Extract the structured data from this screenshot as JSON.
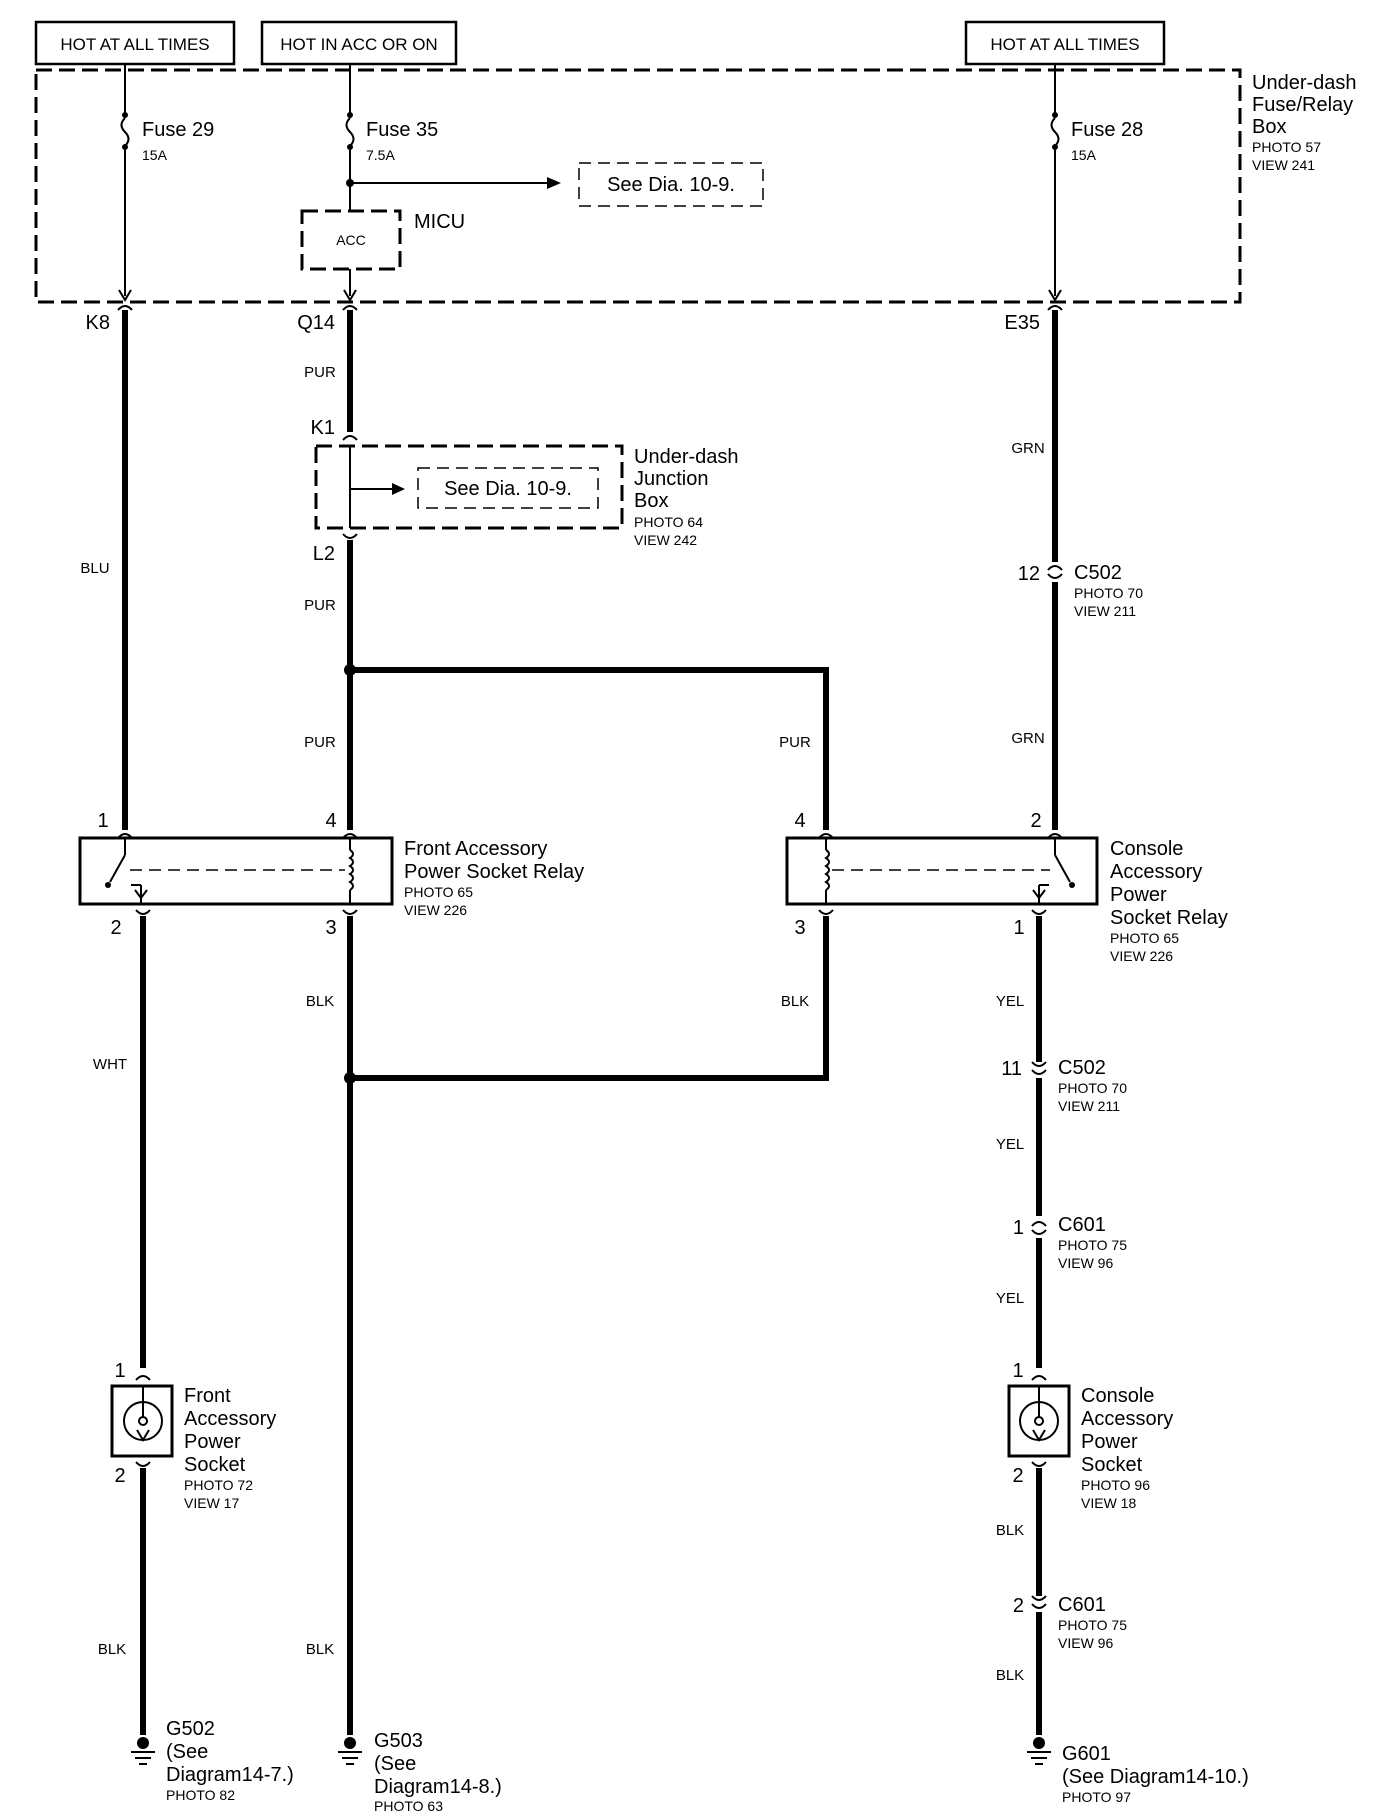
{
  "power_headers": {
    "hot_all_times_left": "HOT AT ALL TIMES",
    "hot_acc_on": "HOT IN ACC OR ON",
    "hot_all_times_right": "HOT AT ALL TIMES"
  },
  "fuse_box": {
    "title_lines": [
      "Under-dash",
      "Fuse/Relay",
      "Box"
    ],
    "photo": "PHOTO 57",
    "view": "VIEW 241",
    "fuses": [
      {
        "name": "Fuse 29",
        "rating": "15A",
        "terminal": "K8"
      },
      {
        "name": "Fuse 35",
        "rating": "7.5A",
        "terminal": "Q14"
      },
      {
        "name": "Fuse 28",
        "rating": "15A",
        "terminal": "E35"
      }
    ],
    "see_dia": "See Dia. 10-9.",
    "micu": {
      "label": "MICU",
      "box": "ACC"
    }
  },
  "junction_box": {
    "title_lines": [
      "Under-dash",
      "Junction",
      "Box"
    ],
    "photo": "PHOTO 64",
    "view": "VIEW 242",
    "see_dia": "See Dia. 10-9.",
    "terminal_in": "K1",
    "terminal_out": "L2"
  },
  "wire_colors": {
    "blu": "BLU",
    "pur": "PUR",
    "grn": "GRN",
    "wht": "WHT",
    "blk": "BLK",
    "yel": "YEL"
  },
  "connectors": {
    "c502_top": {
      "pin": "12",
      "name": "C502",
      "photo": "PHOTO 70",
      "view": "VIEW 211"
    },
    "c502_bot": {
      "pin": "11",
      "name": "C502",
      "photo": "PHOTO 70",
      "view": "VIEW 211"
    },
    "c601_top": {
      "pin": "1",
      "name": "C601",
      "photo": "PHOTO 75",
      "view": "VIEW 96"
    },
    "c601_bot": {
      "pin": "2",
      "name": "C601",
      "photo": "PHOTO 75",
      "view": "VIEW 96"
    }
  },
  "front_relay": {
    "title_lines": [
      "Front Accessory",
      "Power Socket Relay"
    ],
    "photo": "PHOTO 65",
    "view": "VIEW 226",
    "pins": {
      "p1": "1",
      "p4": "4",
      "p2": "2",
      "p3": "3"
    }
  },
  "console_relay": {
    "title_lines": [
      "Console",
      "Accessory",
      "Power",
      "Socket Relay"
    ],
    "photo": "PHOTO 65",
    "view": "VIEW 226",
    "pins": {
      "p4": "4",
      "p2": "2",
      "p3": "3",
      "p1": "1"
    }
  },
  "front_socket": {
    "title_lines": [
      "Front",
      "Accessory",
      "Power",
      "Socket"
    ],
    "photo": "PHOTO 72",
    "view": "VIEW 17",
    "pins": {
      "p1": "1",
      "p2": "2"
    }
  },
  "console_socket": {
    "title_lines": [
      "Console",
      "Accessory",
      "Power",
      "Socket"
    ],
    "photo": "PHOTO 96",
    "view": "VIEW 18",
    "pins": {
      "p1": "1",
      "p2": "2"
    }
  },
  "grounds": {
    "g502": {
      "lines": [
        "G502",
        "(See",
        "Diagram14-7.)"
      ],
      "photo": "PHOTO 82"
    },
    "g503": {
      "lines": [
        "G503",
        "(See",
        "Diagram14-8.)"
      ],
      "photo": "PHOTO 63"
    },
    "g601": {
      "lines": [
        "G601",
        "(See Diagram14-10.)"
      ],
      "photo": "PHOTO 97"
    }
  }
}
